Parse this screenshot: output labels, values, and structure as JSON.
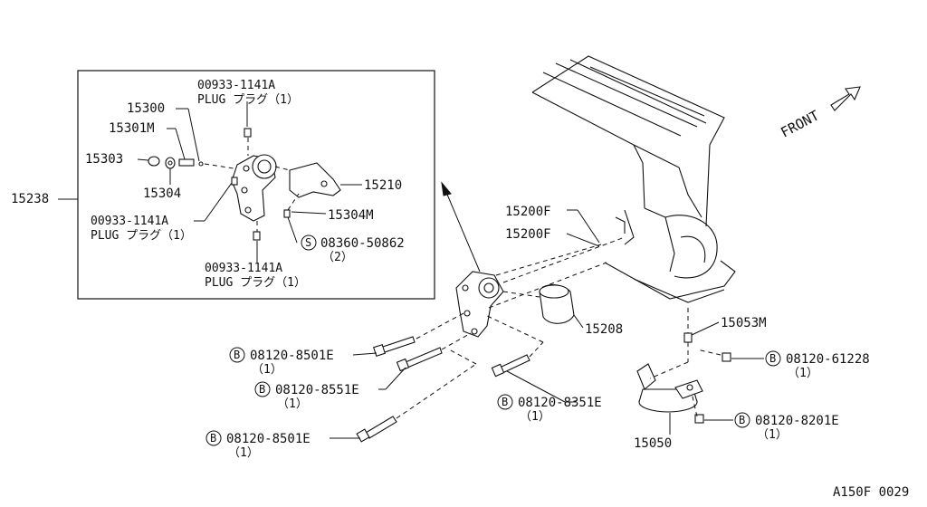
{
  "diagram": {
    "code": "A150F 0029",
    "front": "FRONT",
    "inset": {
      "assembly": "15238",
      "plug_top": {
        "part": "00933-1141A",
        "desc": "PLUG プラグ（1）"
      },
      "plug_left": {
        "part": "00933-1141A",
        "desc": "PLUG プラグ（1）"
      },
      "plug_bottom": {
        "part": "00933-1141A",
        "desc": "PLUG プラグ（1）"
      },
      "p15300": "15300",
      "p15301m": "15301M",
      "p15303": "15303",
      "p15304": "15304",
      "p15210": "15210",
      "p15304m": "15304M",
      "screw": {
        "badge": "S",
        "part": "08360-50862",
        "qty": "（2）"
      }
    },
    "main": {
      "p15200f_a": "15200F",
      "p15200f_b": "15200F",
      "p15208": "15208",
      "p15053m": "15053M",
      "p15050": "15050",
      "bolt_a": {
        "badge": "B",
        "part": "08120-8501E",
        "qty": "（1）"
      },
      "bolt_b": {
        "badge": "B",
        "part": "08120-8551E",
        "qty": "（1）"
      },
      "bolt_c": {
        "badge": "B",
        "part": "08120-8501E",
        "qty": "（1）"
      },
      "bolt_d": {
        "badge": "B",
        "part": "08120-8351E",
        "qty": "（1）"
      },
      "bolt_e": {
        "badge": "B",
        "part": "08120-61228",
        "qty": "（1）"
      },
      "bolt_f": {
        "badge": "B",
        "part": "08120-8201E",
        "qty": "（1）"
      }
    }
  }
}
